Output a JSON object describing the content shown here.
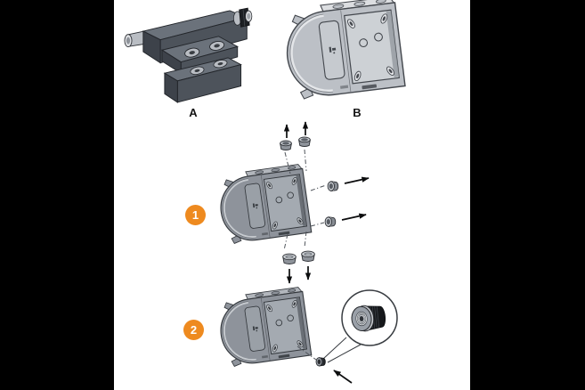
{
  "labels": {
    "variant_a": "A",
    "variant_b": "B"
  },
  "steps": {
    "one": "1",
    "two": "2"
  },
  "colors": {
    "frame_bg": "#000000",
    "canvas_bg": "#ffffff",
    "accent_orange": "#ee8a1f",
    "badge_text": "#ffffff",
    "plate_light_body": "#bcc0c6",
    "plate_light_top": "#dcdee1",
    "plate_mid_body": "#8e939b",
    "part_dark_front": "#4d535b",
    "part_dark_top": "#6b727b",
    "part_dark_side": "#3d424a",
    "metal": "#b9bdc3",
    "bushing_black": "#16181b",
    "outline": "#2e3136"
  }
}
